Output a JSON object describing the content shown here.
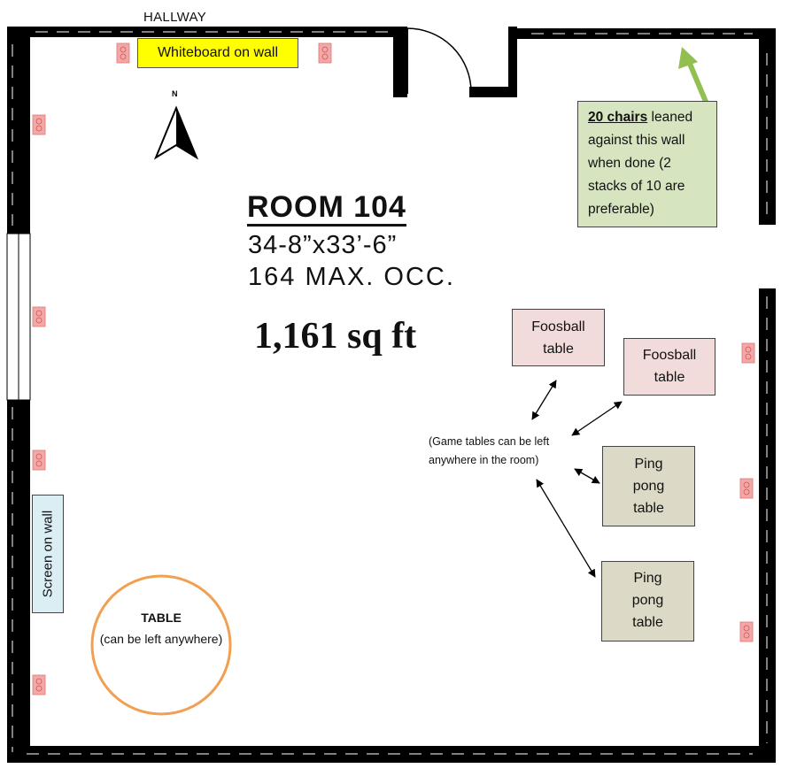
{
  "labels": {
    "hallway": "HALLWAY",
    "north": "N",
    "whiteboard": "Whiteboard on wall",
    "screen": "Screen on wall"
  },
  "room": {
    "title": "ROOM 104",
    "dimensions": "34-8”x33’-6”",
    "occupancy": "164 MAX. OCC.",
    "area": "1,161 sq ft"
  },
  "chairs_note": {
    "bold": "20 chairs",
    "rest": " leaned against this wall when done (2 stacks of 10 are preferable)"
  },
  "game_tables": {
    "foosball_1": [
      "Foosball",
      "table"
    ],
    "foosball_2": [
      "Foosball",
      "table"
    ],
    "ping_pong_1": [
      "Ping",
      "pong",
      "table"
    ],
    "ping_pong_2": [
      "Ping",
      "pong",
      "table"
    ],
    "note": "(Game tables can be left anywhere in the room)"
  },
  "round_table": {
    "title": "TABLE",
    "note": "(can be left anywhere)"
  },
  "colors": {
    "wall": "#000000",
    "outlet": "#f4a7a7",
    "whiteboard": "#ffff00",
    "chairs_note": "#d6e5bf",
    "chairs_arrow": "#92c050",
    "foosball": "#f2dcdb",
    "ping_pong": "#dcdac6",
    "screen": "#dbeef4",
    "round_table": "#f0a050"
  }
}
